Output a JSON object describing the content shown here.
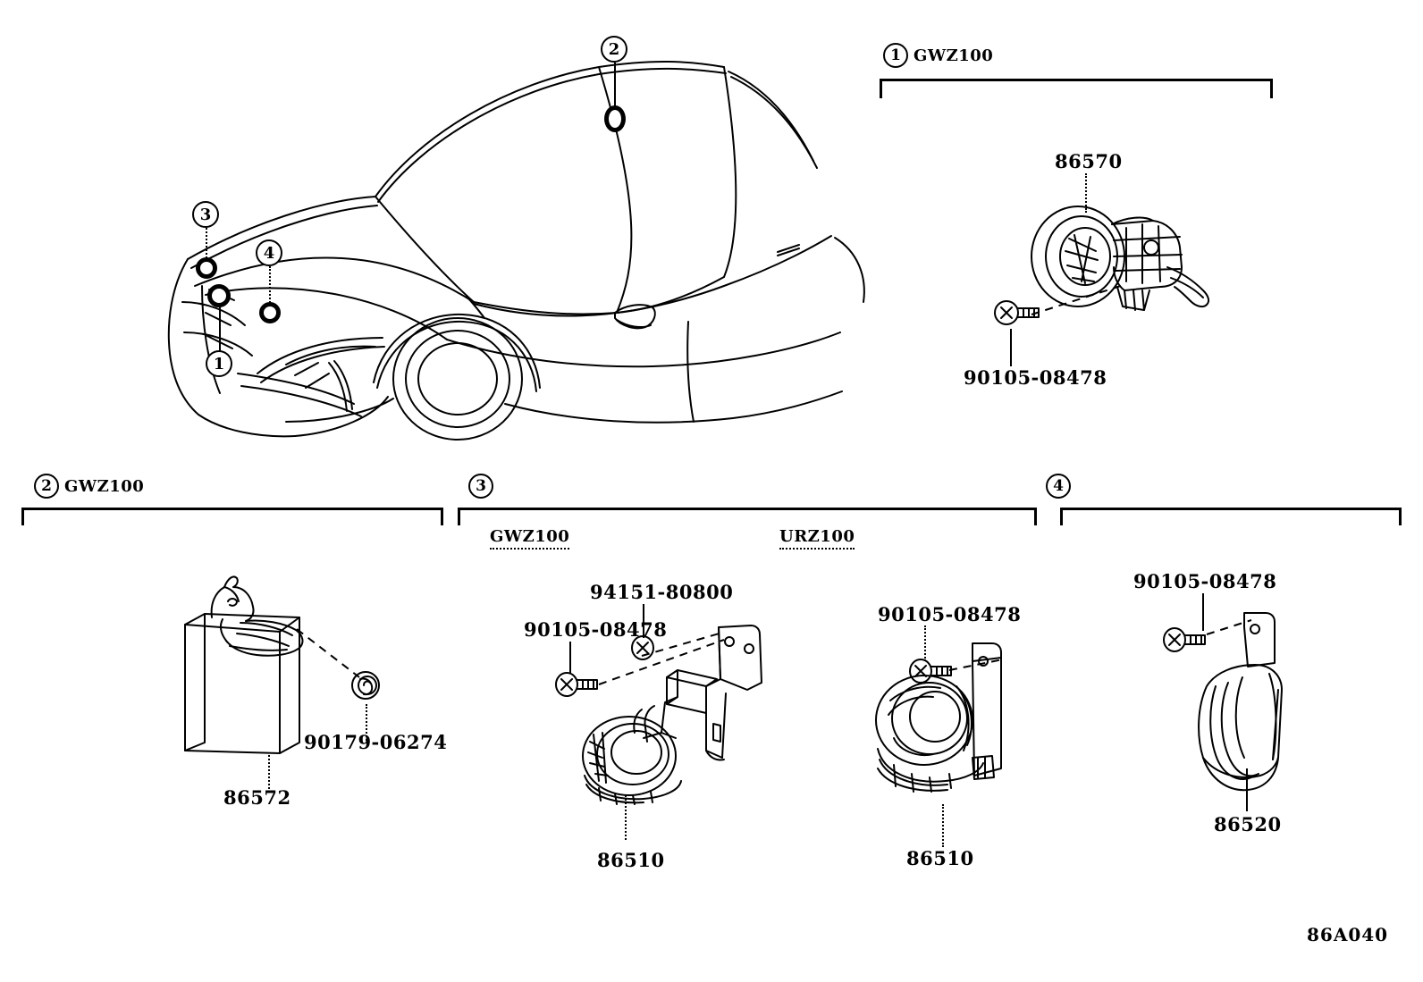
{
  "diagram": {
    "code": "86A040",
    "vehicle_illustration_name": "lexus-lc-coupe-front-three-quarter"
  },
  "car_callouts": [
    {
      "number": "1",
      "target": "front-bumper-lower-left"
    },
    {
      "number": "2",
      "target": "roof-cabin"
    },
    {
      "number": "3",
      "target": "front-fender-upper-left"
    },
    {
      "number": "4",
      "target": "front-bumper-center"
    }
  ],
  "sections": [
    {
      "id": "section-1",
      "number": "1",
      "model": "GWZ100",
      "sub_models": [],
      "parts": [
        {
          "number": "86570",
          "name": "siren-assembly"
        },
        {
          "number": "90105-08478",
          "name": "bolt"
        }
      ]
    },
    {
      "id": "section-2",
      "number": "2",
      "model": "GWZ100",
      "sub_models": [],
      "parts": [
        {
          "number": "86572",
          "name": "siren-bracket-module"
        },
        {
          "number": "90179-06274",
          "name": "nut"
        }
      ]
    },
    {
      "id": "section-3",
      "number": "3",
      "model": "",
      "sub_models": [
        {
          "label": "GWZ100"
        },
        {
          "label": "URZ100"
        }
      ],
      "parts": [
        {
          "number": "94151-80800",
          "name": "bolt-washer"
        },
        {
          "number": "90105-08478",
          "name": "bolt-left"
        },
        {
          "number": "86510",
          "name": "horn-assembly-gwz100"
        },
        {
          "number": "90105-08478",
          "name": "bolt-right"
        },
        {
          "number": "86510",
          "name": "horn-assembly-urz100"
        }
      ]
    },
    {
      "id": "section-4",
      "number": "4",
      "model": "",
      "sub_models": [],
      "parts": [
        {
          "number": "90105-08478",
          "name": "bolt"
        },
        {
          "number": "86520",
          "name": "horn-assembly-low-pitched"
        }
      ]
    }
  ]
}
